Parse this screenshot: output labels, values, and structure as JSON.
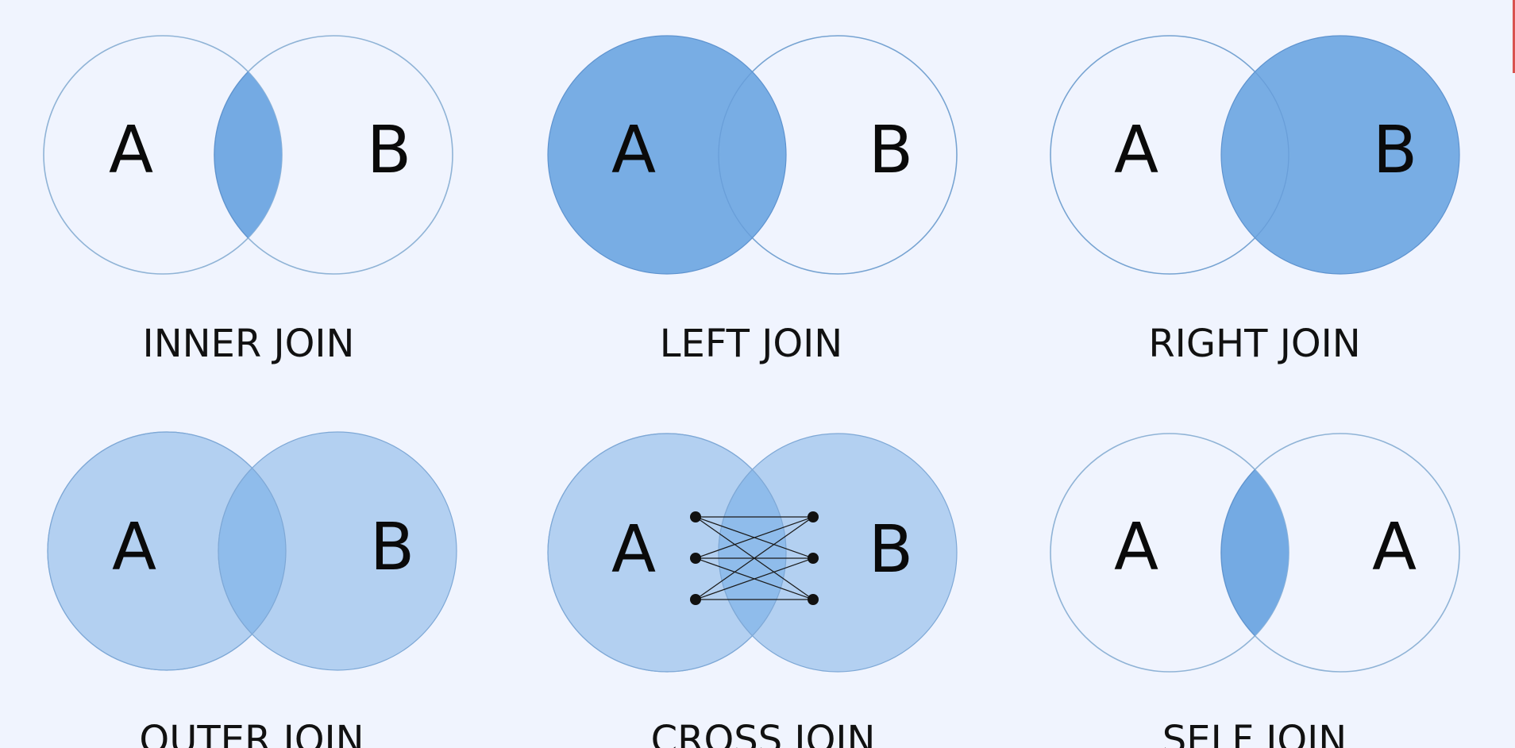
{
  "colors": {
    "background": "#f0f4fe",
    "outline": "#8fb3d6",
    "highlight": "#74aae3",
    "highlight_stroke": "#5e93cf",
    "light_fill": "#b3d0f1",
    "light_overlap": "#8fbceb",
    "light_stroke": "#7ea8d6",
    "accent": "#d9534f"
  },
  "joins": {
    "inner": {
      "label": "INNER JOIN",
      "left_set": "A",
      "right_set": "B"
    },
    "left": {
      "label": "LEFT JOIN",
      "left_set": "A",
      "right_set": "B"
    },
    "right": {
      "label": "RIGHT JOIN",
      "left_set": "A",
      "right_set": "B"
    },
    "outer": {
      "label": "OUTER JOIN",
      "left_set": "A",
      "right_set": "B"
    },
    "cross": {
      "label": "CROSS JOIN",
      "left_set": "A",
      "right_set": "B",
      "connections": "every left point joined to every right point (3 × 3)"
    },
    "self": {
      "label": "SELF JOIN",
      "left_set": "A",
      "right_set": "A"
    }
  }
}
